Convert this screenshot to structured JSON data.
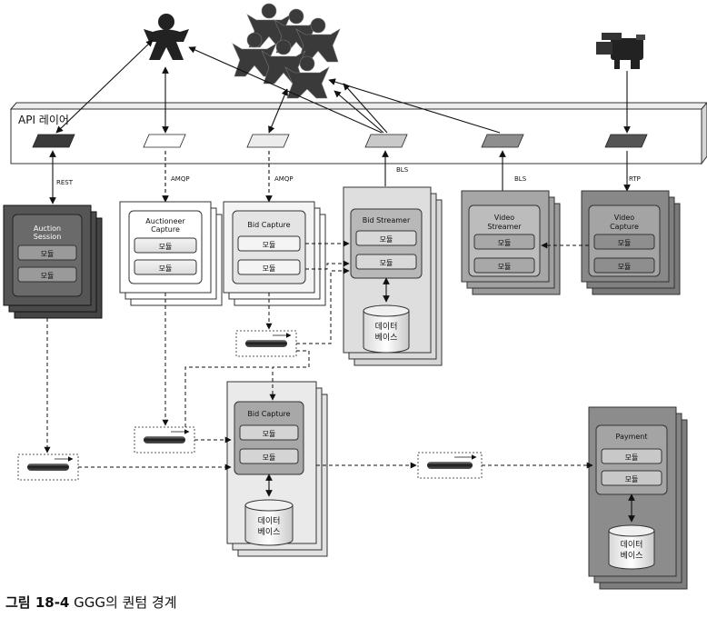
{
  "api_layer": {
    "label": "API 레이어"
  },
  "protocols": {
    "rest": "REST",
    "amqp_1": "AMQP",
    "amqp_2": "AMQP",
    "bls_1": "BLS",
    "bls_2": "BLS",
    "rtp": "RTP"
  },
  "services": {
    "auction_session": {
      "line1": "Auction",
      "line2": "Session"
    },
    "auctioneer_capture": {
      "line1": "Auctioneer",
      "line2": "Capture"
    },
    "bid_capture_top": {
      "line1": "Bid Capture"
    },
    "bid_streamer": {
      "line1": "Bid Streamer"
    },
    "video_streamer": {
      "line1": "Video",
      "line2": "Streamer"
    },
    "video_capture": {
      "line1": "Video",
      "line2": "Capture"
    },
    "bid_capture_bottom": {
      "line1": "Bid Capture"
    },
    "payment": {
      "line1": "Payment"
    }
  },
  "module_label": "모듈",
  "database": {
    "line1": "데이터",
    "line2": "베이스"
  },
  "caption": {
    "number": "그림 18-4",
    "text": " GGG의 퀀텀 경계"
  }
}
